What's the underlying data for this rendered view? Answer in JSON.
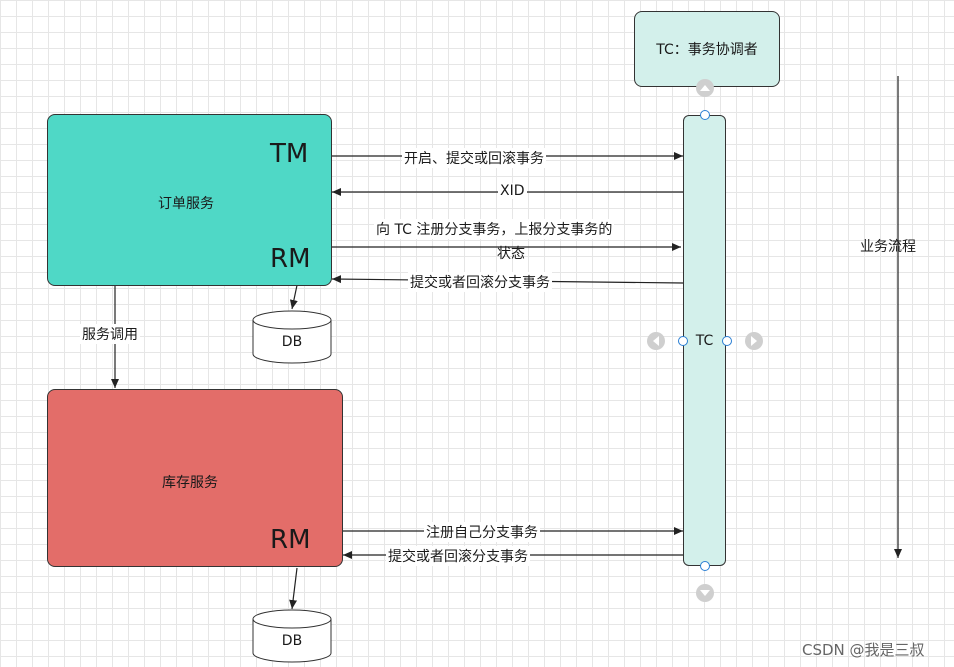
{
  "tc_header": {
    "label": "TC：事务协调者"
  },
  "order_service": {
    "label": "订单服务",
    "tm": "TM",
    "rm": "RM"
  },
  "inventory_service": {
    "label": "库存服务",
    "rm": "RM"
  },
  "tc_lifeline": {
    "label": "TC"
  },
  "db_labels": [
    "DB",
    "DB"
  ],
  "arrows": {
    "begin": "开启、提交或回滚事务",
    "xid": "XID",
    "register_line1": "向 TC 注册分支事务，上报分支事务的",
    "register_line2": "状态",
    "commit_order": "提交或者回滚分支事务",
    "service_call": "服务调用",
    "register_inventory": "注册自己分支事务",
    "commit_inventory": "提交或者回滚分支事务"
  },
  "flow": {
    "label": "业务流程"
  },
  "watermark": "CSDN @我是三叔",
  "colors": {
    "order": "#4fd8c6",
    "inventory": "#e36d69",
    "tc": "#d3f0eb",
    "line": "#222222"
  },
  "icons": [
    "chevron-up-icon",
    "chevron-down-icon",
    "chevron-left-icon",
    "chevron-right-icon"
  ]
}
